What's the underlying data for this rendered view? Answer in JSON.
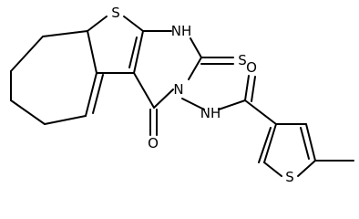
{
  "molecule": {
    "atom_labels": {
      "s_ring": "S",
      "nh_ring": "NH",
      "s_thione": "S",
      "n_ring": "N",
      "o_ketone": "O",
      "nh_amide": "NH",
      "o_amide": "O",
      "s_thiophene": "S"
    }
  }
}
